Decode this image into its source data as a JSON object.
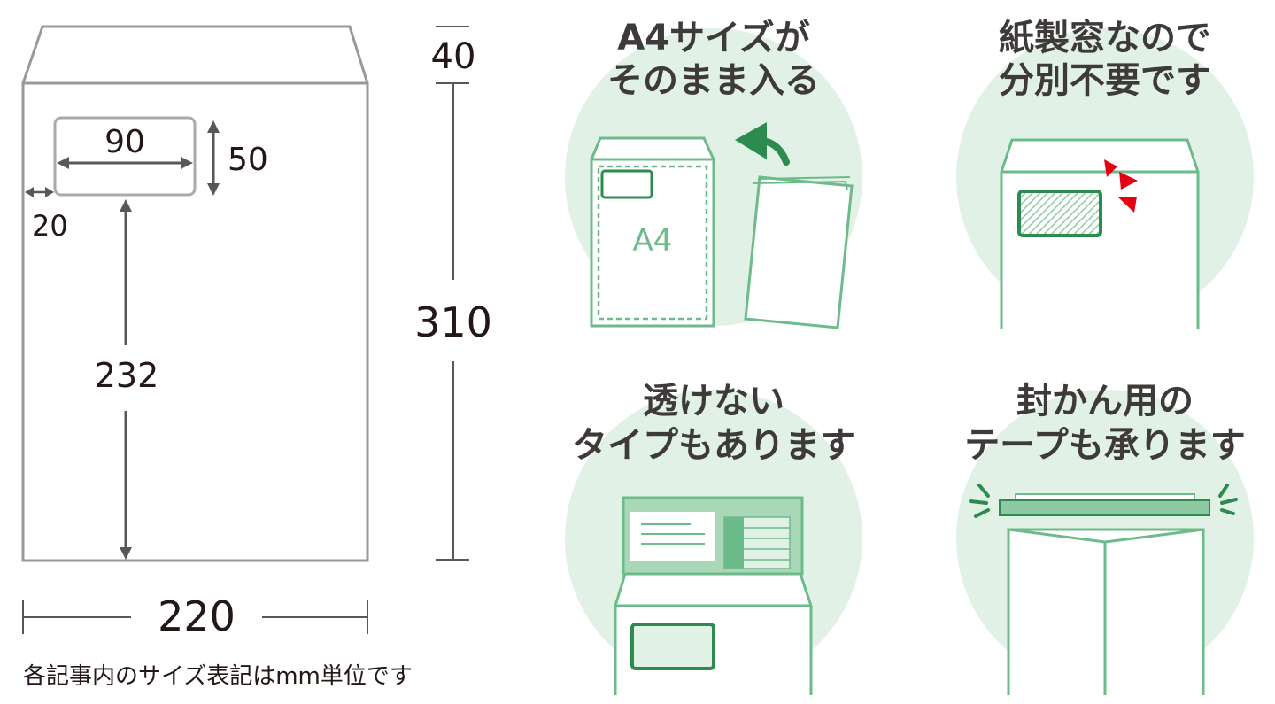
{
  "colors": {
    "green": "#6dbb8a",
    "dark_green": "#2e8b4f",
    "circle_bg": "#e1f1e6",
    "red": "#e60012",
    "envelope_gray": "#999999",
    "text": "#231815"
  },
  "diagram": {
    "window_width": "90",
    "window_height": "50",
    "window_left": "20",
    "window_bottom": "232",
    "flap": "40",
    "height": "310",
    "width": "220",
    "note": "各記事内のサイズ表記はmm単位です"
  },
  "features": [
    {
      "line1": "A4サイズが",
      "line2": "そのまま入る",
      "label": "A4",
      "icon": "a4-envelope-icon"
    },
    {
      "line1": "紙製窓なので",
      "line2": "分別不要です",
      "icon": "paper-window-envelope-icon"
    },
    {
      "line1": "透けない",
      "line2": "タイプもあります",
      "icon": "opaque-envelope-icon"
    },
    {
      "line1": "封かん用の",
      "line2": "テープも承ります",
      "icon": "sealing-tape-envelope-icon"
    }
  ]
}
